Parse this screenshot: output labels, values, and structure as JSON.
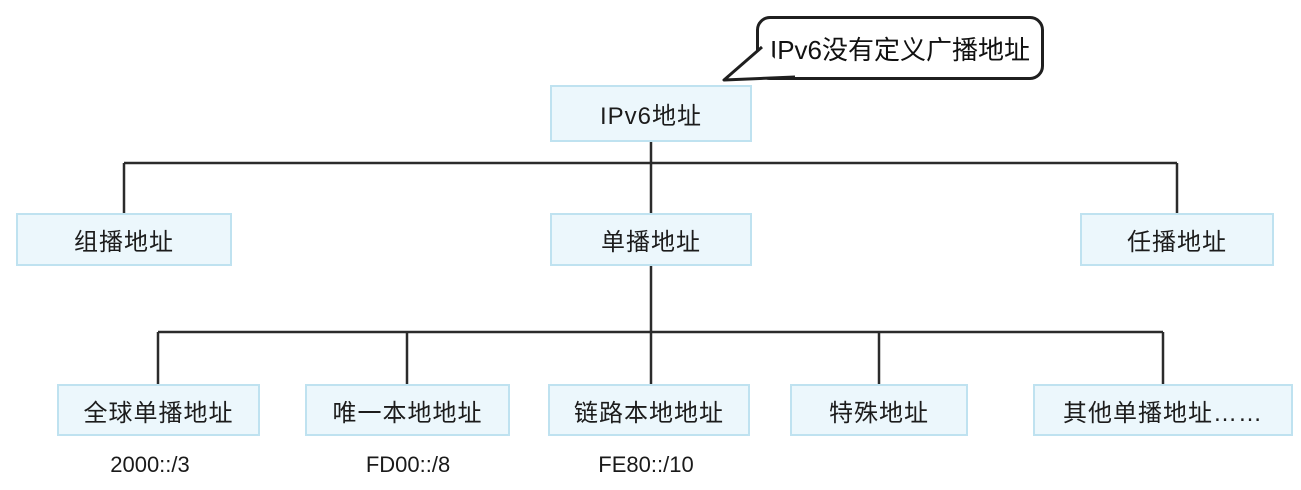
{
  "callout": {
    "text": "IPv6没有定义广播地址"
  },
  "root": {
    "label": "IPv6地址"
  },
  "level2": [
    {
      "label": "组播地址"
    },
    {
      "label": "单播地址"
    },
    {
      "label": "任播地址"
    }
  ],
  "level3": [
    {
      "label": "全球单播地址",
      "prefix": "2000::/3"
    },
    {
      "label": "唯一本地地址",
      "prefix": "FD00::/8"
    },
    {
      "label": "链路本地地址",
      "prefix": "FE80::/10"
    },
    {
      "label": "特殊地址"
    },
    {
      "label": "其他单播地址……"
    }
  ],
  "colors": {
    "background": "#ffffff",
    "node_fill": "#ecf7fc",
    "node_border": "#bfe2f0",
    "connector_line": "#2b2b2b",
    "callout_border": "#1f1f1f",
    "text": "#1a1a1a"
  }
}
